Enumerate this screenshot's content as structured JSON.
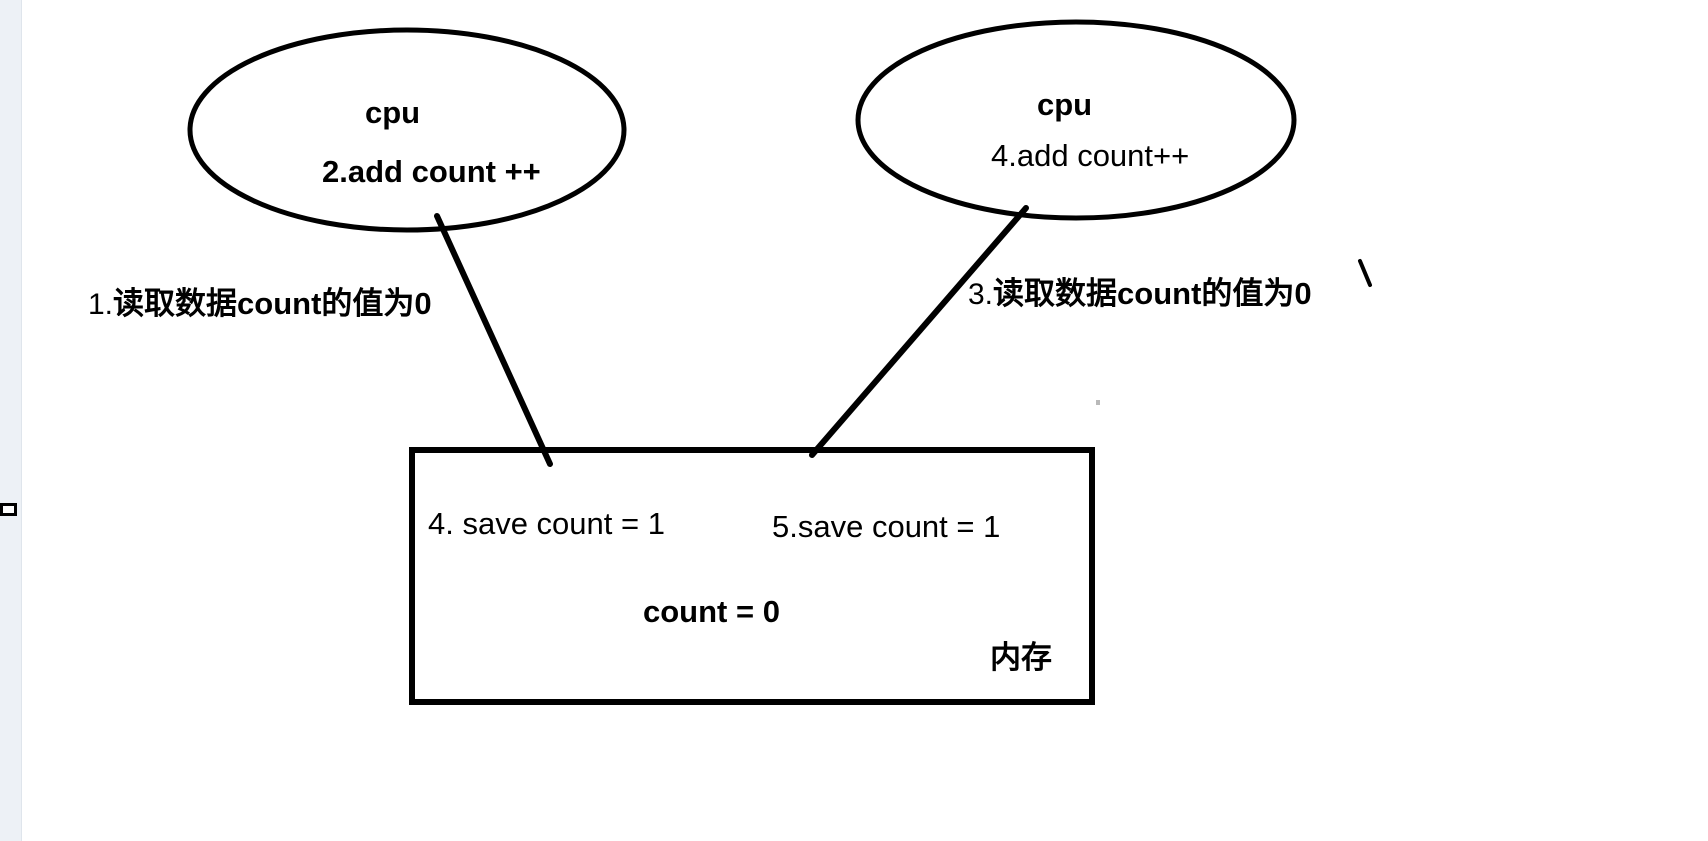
{
  "diagram": {
    "title": "CPU / memory count race condition",
    "cpu_left": {
      "name": "cpu",
      "operation": "2.add count ++"
    },
    "cpu_right": {
      "name": "cpu",
      "operation": "4.add count++"
    },
    "labels": {
      "read_left_num": "1.",
      "read_left_text": "读取数据count的值为0",
      "read_right_num": "3.",
      "read_right_text": "读取数据count的值为0"
    },
    "memory": {
      "save_left": "4. save count = 1",
      "save_right": "5.save count = 1",
      "count_value": "count = 0",
      "name": "内存"
    },
    "colors": {
      "stroke": "#000000",
      "background": "#ffffff",
      "margin_strip": "#edf1f6"
    }
  }
}
